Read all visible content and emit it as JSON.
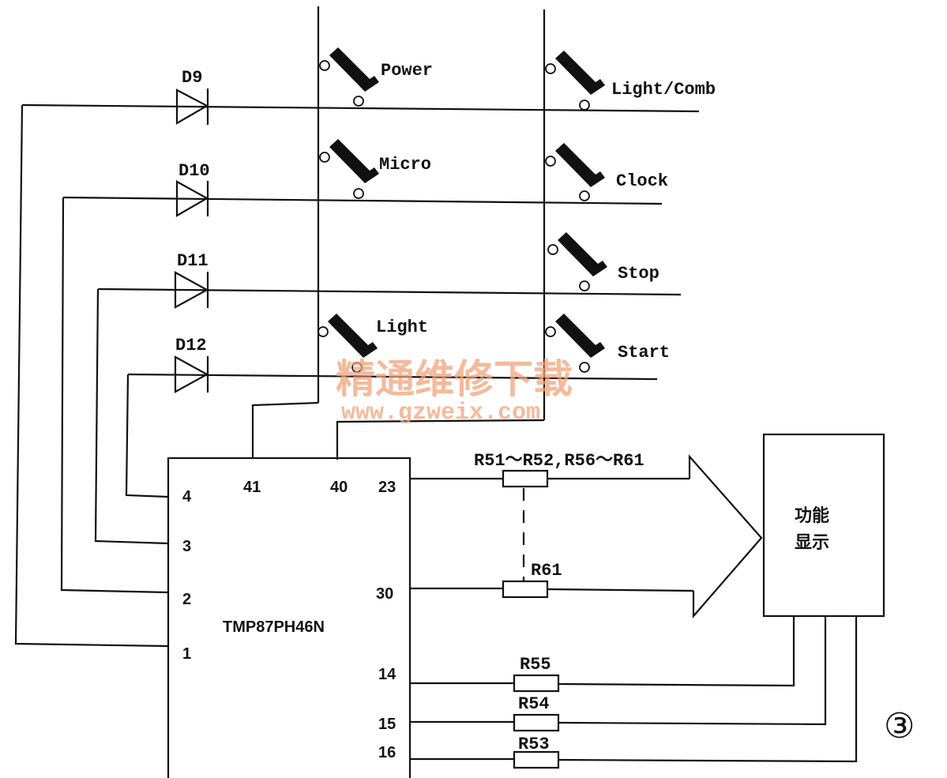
{
  "diodes": [
    {
      "id": "d9",
      "label": "D9"
    },
    {
      "id": "d10",
      "label": "D10"
    },
    {
      "id": "d11",
      "label": "D11"
    },
    {
      "id": "d12",
      "label": "D12"
    }
  ],
  "switches": [
    {
      "id": "power",
      "label": "Power"
    },
    {
      "id": "micro",
      "label": "Micro"
    },
    {
      "id": "light",
      "label": "Light"
    },
    {
      "id": "light-comb",
      "label": "Light/Comb"
    },
    {
      "id": "clock",
      "label": "Clock"
    },
    {
      "id": "stop",
      "label": "Stop"
    },
    {
      "id": "start",
      "label": "Start"
    }
  ],
  "chip": {
    "name": "TMP87PH46N",
    "pins": {
      "p1": "1",
      "p2": "2",
      "p3": "3",
      "p4": "4",
      "p41": "41",
      "p40": "40",
      "p23": "23",
      "p30": "30",
      "p14": "14",
      "p15": "15",
      "p16": "16"
    }
  },
  "resistors": {
    "group": "R51～R52,R56～R61",
    "r61": "R61",
    "r55": "R55",
    "r54": "R54",
    "r53": "R53"
  },
  "display": {
    "line1": "功能",
    "line2": "显示"
  },
  "figure_number": "③",
  "watermark": {
    "cn": "精通维修下载",
    "url": "www.gzweix.com"
  }
}
